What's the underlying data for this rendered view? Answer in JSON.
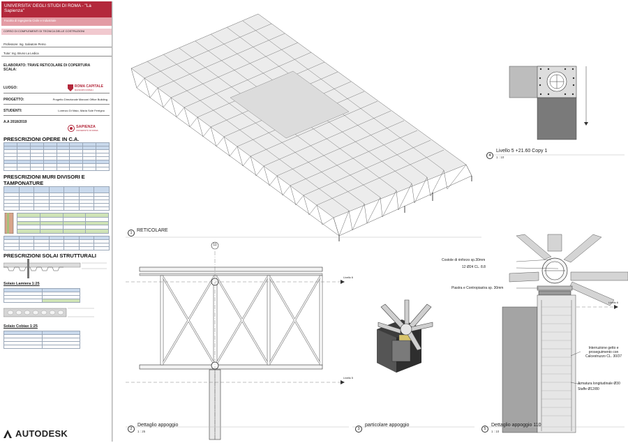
{
  "sidebar": {
    "university": "UNIVERSITA' DEGLI STUDI DI ROMA - \"La Sapienza\"",
    "faculty": "Facolta di Ingegneria Civile e Industriale",
    "course": "CORSO DI COMPLEMENTI DI TECNICA DELLE COSTRUZIONI",
    "professor": "Professore: Ing. Salvatore Perno",
    "tutor": "Tutor: Ing. Bruno La Ledica",
    "elaborato_label": "ELABORATO:",
    "elaborato_value": "TRAVE RETICOLARE DI COPERTURA",
    "scala_label": "SCALA:",
    "luogo_label": "LUOGO:",
    "roma_logo": "ROMA CAPITALE",
    "roma_logo_sub": "MUNICIPIO ROMA I",
    "progetto_label": "PROGETTO:",
    "progetto_value": "Progetto Direzionale Marconi Office Building",
    "studenti_label": "STUDENTI:",
    "studenti_value": "Lorenzo Di Nisio, Maria Sole Ferrigno",
    "anno": "A.A 2018/2019",
    "sapienza_logo": "SAPIENZA",
    "sapienza_logo_sub": "UNIVERSITÀ DI ROMA",
    "prescrizioni_ca": "PRESCRIZIONI OPERE IN C.A.",
    "prescrizioni_muri": "PRESCRIZIONI MURI DIVISORI E TAMPONATURE",
    "prescrizioni_solai": "PRESCRIZIONI SOLAI STRUTTURALI",
    "solaio_lamiera": "Solaio Lamiera 1:25",
    "solaio_cobiax": "Solaio Cobiax 1:25",
    "autodesk": "AUTODESK"
  },
  "panels": {
    "p1": {
      "num": "1",
      "title": "RETICOLARE"
    },
    "p2": {
      "num": "2",
      "title": "Dettaglio appoggio",
      "scale": "1 : 25"
    },
    "p3": {
      "num": "3",
      "title": "particolare appoggio"
    },
    "p4": {
      "num": "4",
      "title": "Livello 5 +21.60 Copy 1",
      "scale": "1 : 10"
    },
    "p5": {
      "num": "5",
      "title": "Dettaglio appoggio 110",
      "scale": "1 : 10"
    }
  },
  "annotations": {
    "costole": "Costole di rinforzo sp.30mm",
    "bolts": "12 Ø24 CL. 8.8",
    "piastra": "Piastra e Contropiastra sp. 30mm",
    "interruzione": "Interruzione getto e proseguimento con Calcestruzzo CL. 30/37",
    "armatura": "Armatura longitudinale Ø30",
    "staffe": "Staffe Ø12/80",
    "grid_label": "11",
    "level_upper": "Livello 6",
    "level_lower": "Livello 5"
  },
  "colors": {
    "brand_red": "#b3283b",
    "brand_pink": "#e39ba4",
    "steel_gray": "#cfcfcf",
    "concrete_dark": "#555555"
  }
}
